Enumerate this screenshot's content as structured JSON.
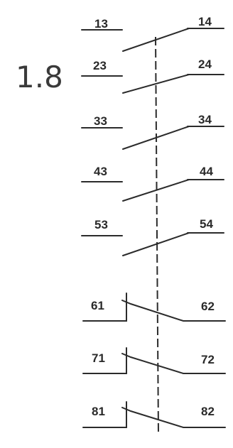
{
  "device": {
    "reference": "1.8"
  },
  "contacts": [
    {
      "type": "NO",
      "left": "13",
      "right": "14"
    },
    {
      "type": "NO",
      "left": "23",
      "right": "24"
    },
    {
      "type": "NO",
      "left": "33",
      "right": "34"
    },
    {
      "type": "NO",
      "left": "43",
      "right": "44"
    },
    {
      "type": "NO",
      "left": "53",
      "right": "54"
    },
    {
      "type": "NC",
      "left": "61",
      "right": "62"
    },
    {
      "type": "NC",
      "left": "71",
      "right": "72"
    },
    {
      "type": "NC",
      "left": "81",
      "right": "82"
    }
  ],
  "colors": {
    "line": "#2b2b2b",
    "text": "#2a2a2a",
    "background": "#ffffff"
  }
}
